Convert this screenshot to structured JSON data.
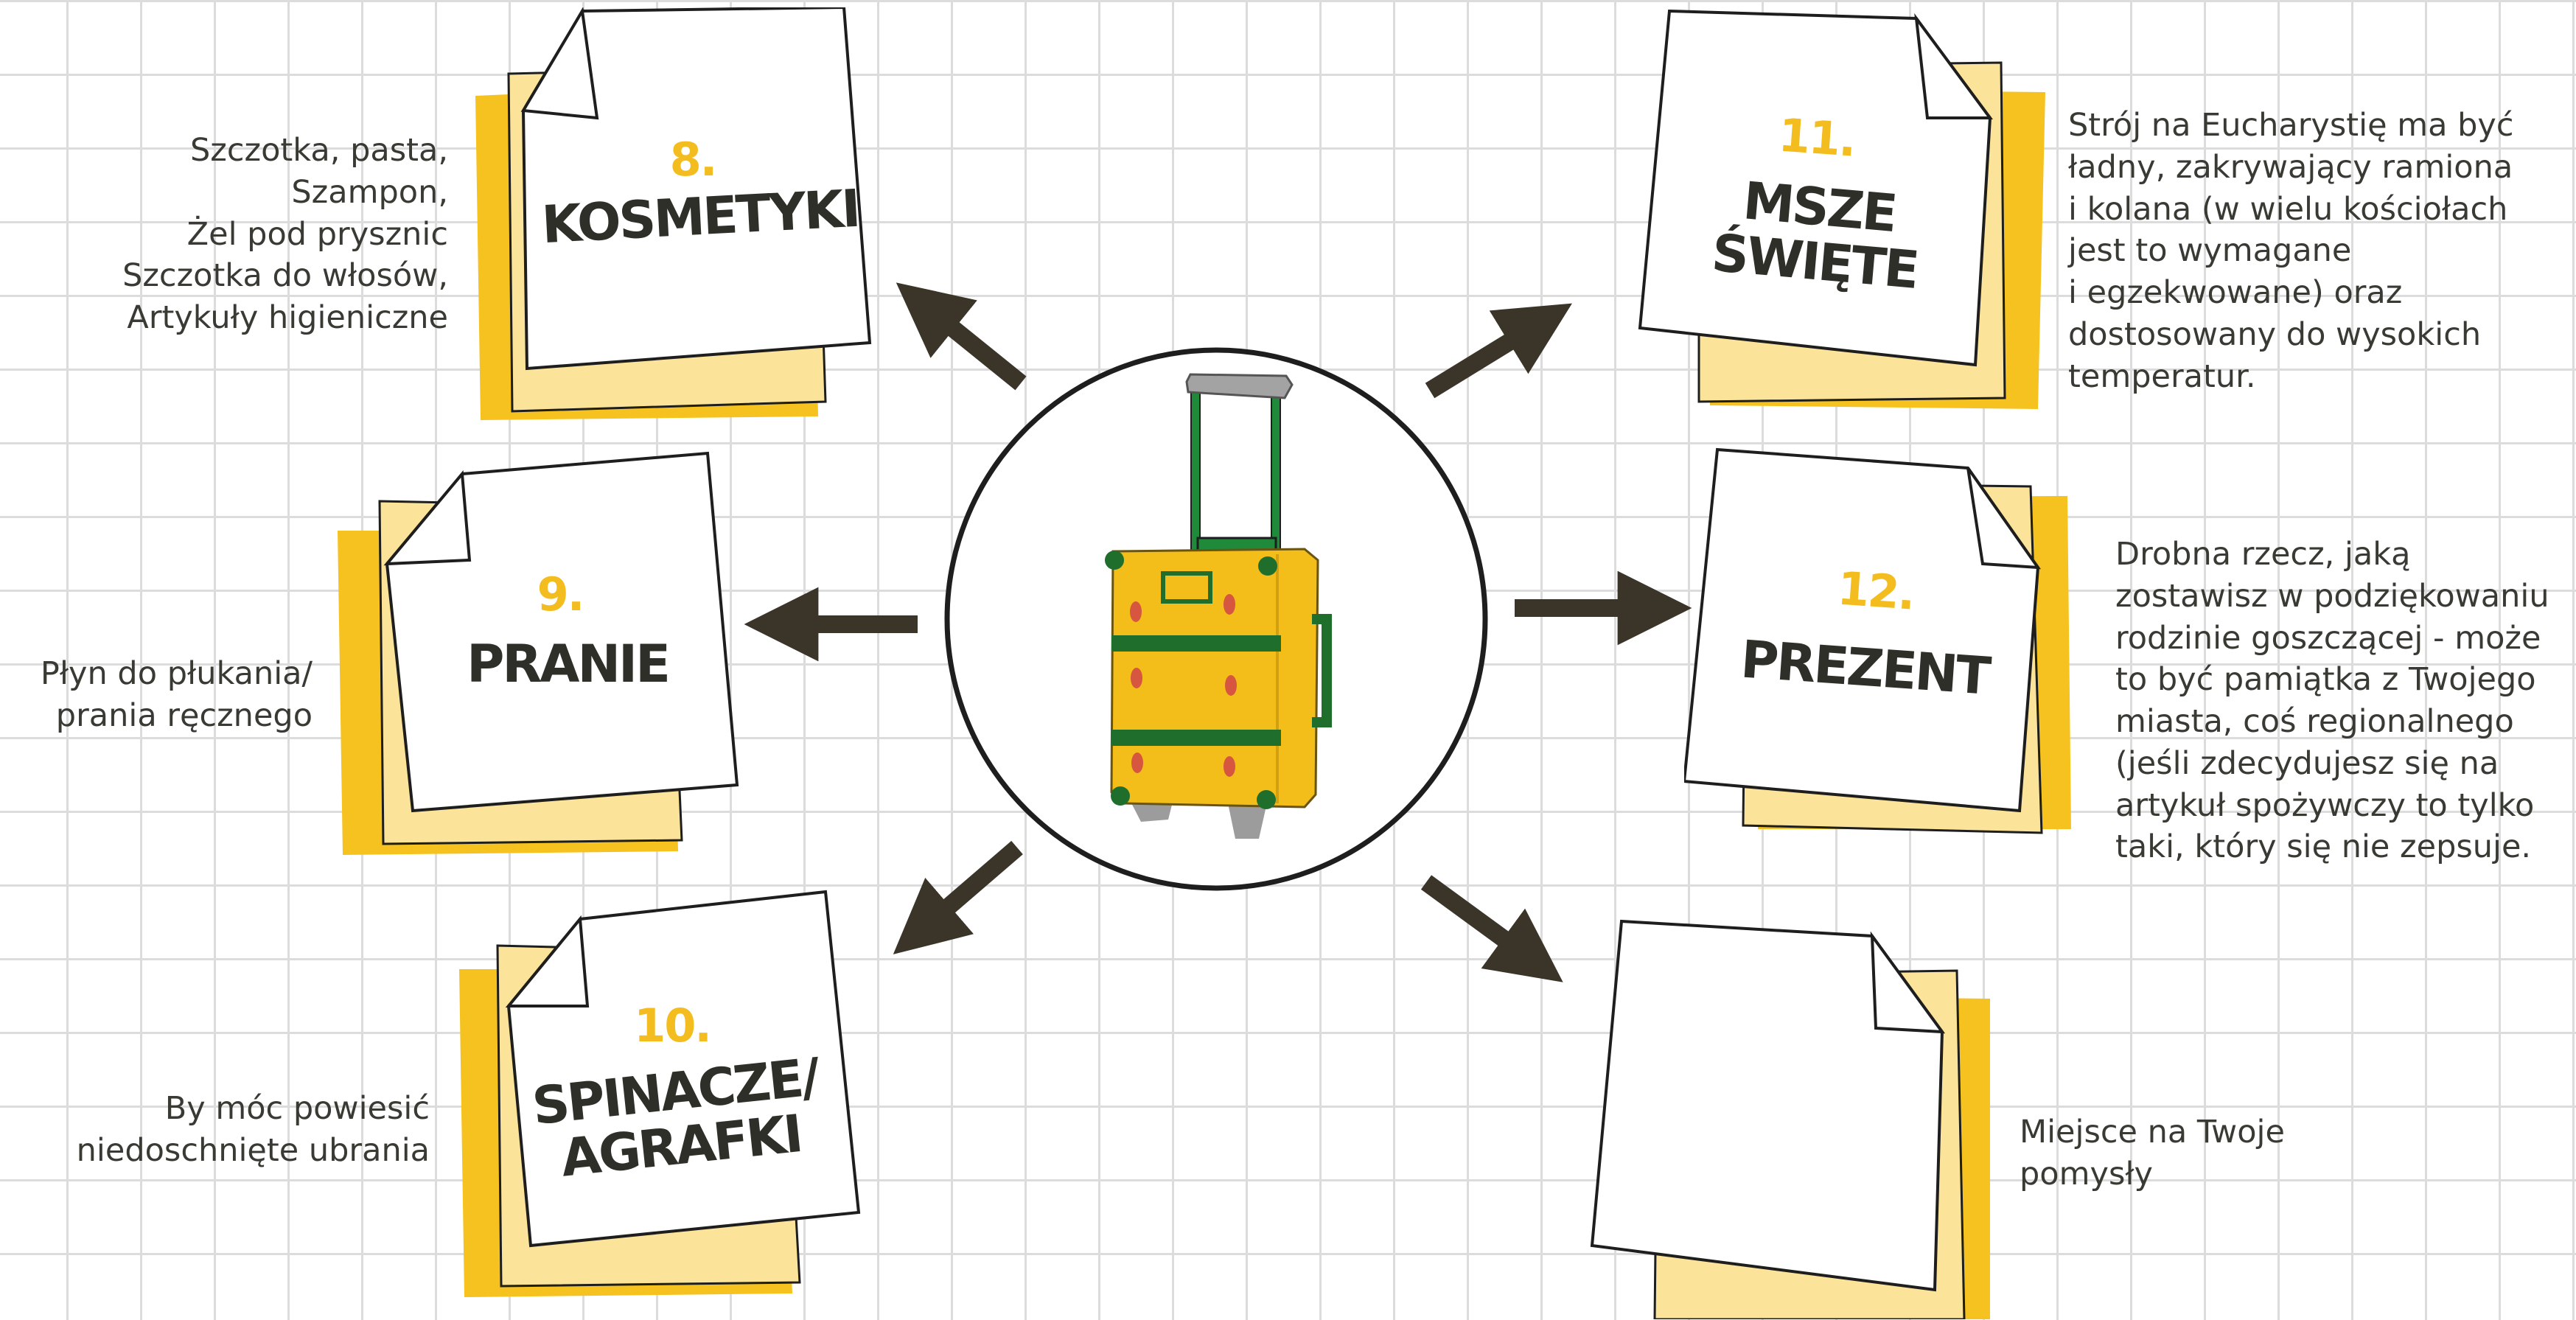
{
  "center": {
    "icon": "suitcase-icon"
  },
  "colors": {
    "note": "#ffffff",
    "paper_light": "#fbe39a",
    "paper_dark": "#f6c21f",
    "outline": "#1e1e1e",
    "number": "#f4bd1f",
    "title": "#2d2f28",
    "arrow": "#3b3429",
    "text": "#3a3a35"
  },
  "items": [
    {
      "id": "kosmetyki",
      "number": "8.",
      "title": "KOSMETYKI",
      "text": "Szczotka, pasta,\nSzampon,\nŻel pod prysznic\nSzczotka do włosów,\nArtykuły higieniczne"
    },
    {
      "id": "pranie",
      "number": "9.",
      "title": "PRANIE",
      "text": "Płyn do płukania/\nprania ręcznego"
    },
    {
      "id": "spinacze",
      "number": "10.",
      "title": "SPINACZE/\nAGRAFKI",
      "text": "By móc powiesić\nniedoschnięte ubrania"
    },
    {
      "id": "msze",
      "number": "11.",
      "title": "MSZE\nŚWIĘTE",
      "text": "Strój na Eucharystię ma być\nładny, zakrywający ramiona\ni kolana (w wielu kościołach\njest to wymagane\ni egzekwowane) oraz\ndostosowany do wysokich\ntemperatur."
    },
    {
      "id": "prezent",
      "number": "12.",
      "title": "PREZENT",
      "text": "Drobna rzecz, jaką\nzostawisz w podziękowaniu\nrodzinie goszczącej - może\nto być pamiątka z Twojego\nmiasta, coś regionalnego\n(jeśli zdecydujesz się na\nartykuł spożywczy to tylko\ntaki, który się nie zepsuje."
    },
    {
      "id": "pomysly",
      "number": "",
      "title": "",
      "text": "Miejsce na Twoje\npomysły"
    }
  ]
}
